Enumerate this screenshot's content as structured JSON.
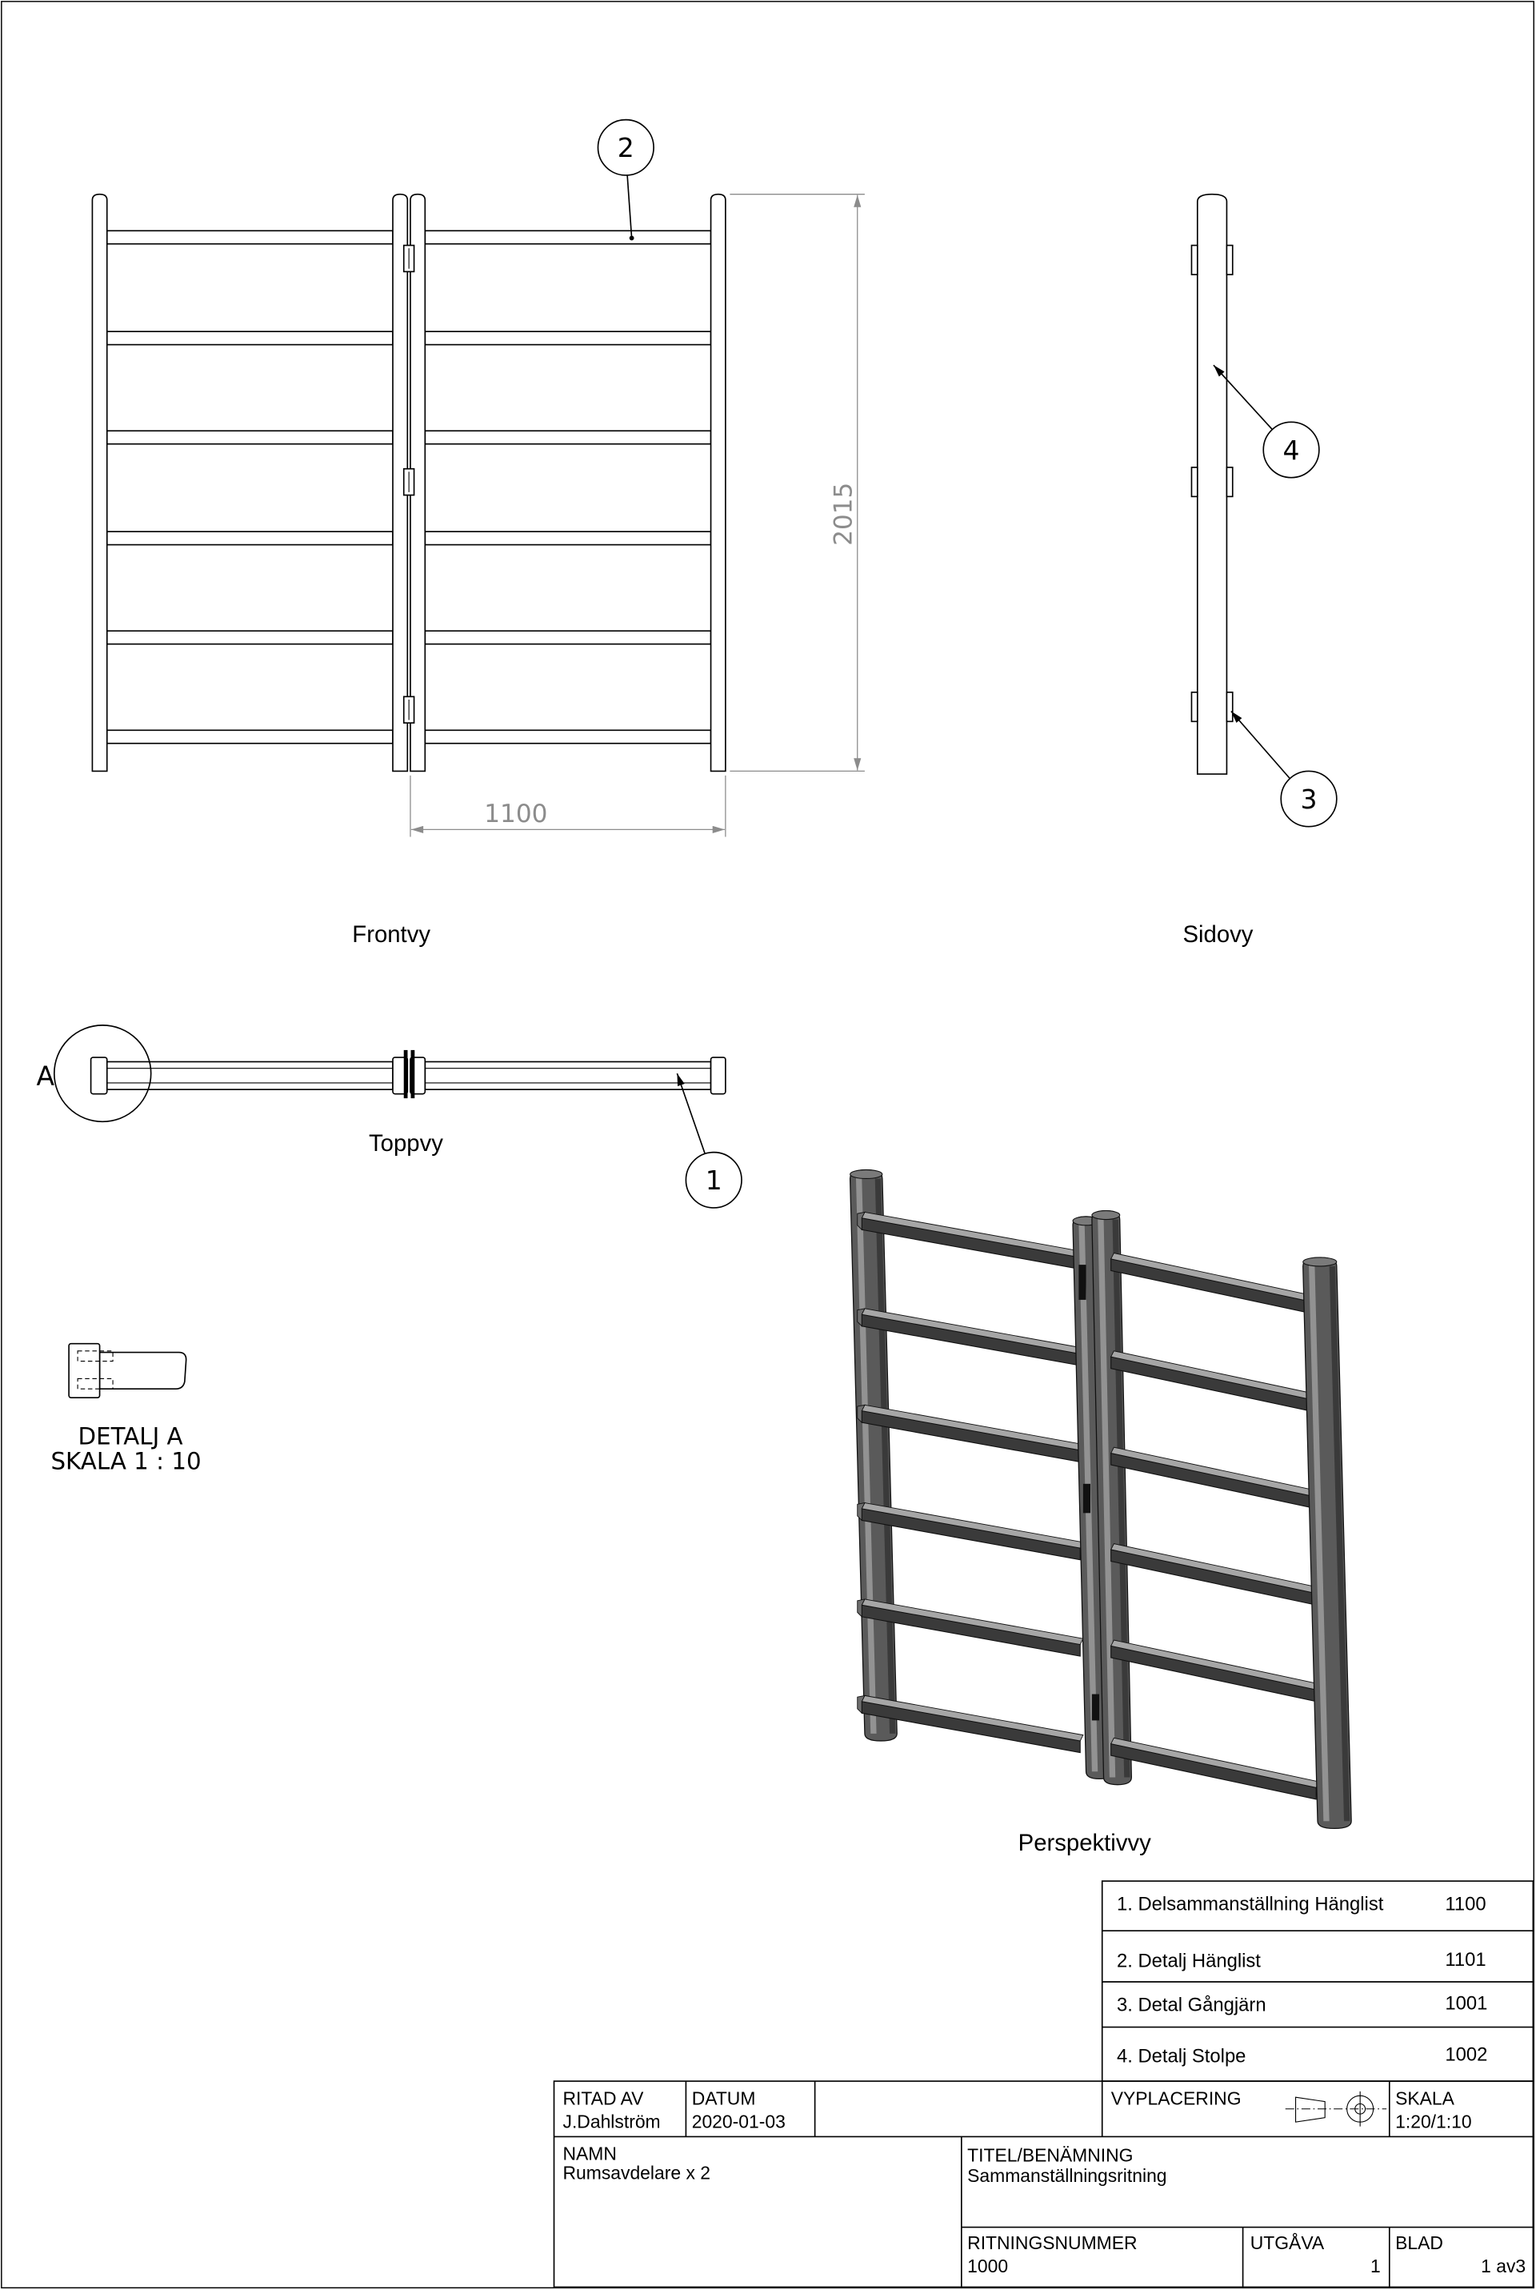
{
  "callouts": {
    "part_1": "1",
    "part_2": "2",
    "part_3": "3",
    "part_4": "4",
    "detail": "A"
  },
  "dimensions": {
    "height": "2015",
    "width": "1100"
  },
  "views": {
    "front": "Frontvy",
    "side": "Sidovy",
    "top": "Toppvy",
    "perspective": "Perspektivvy",
    "detail_title": "DETALJ A",
    "detail_scale": "SKALA 1 : 10"
  },
  "parts_list": [
    {
      "description": "1. Delsammanställning Hänglist",
      "number": "1100"
    },
    {
      "description": "2. Detalj Hänglist",
      "number": "1101"
    },
    {
      "description": "3. Detal Gångjärn",
      "number": "1001"
    },
    {
      "description": "4. Detalj Stolpe",
      "number": "1002"
    }
  ],
  "title_block": {
    "drawn_by_label": "RITAD AV",
    "drawn_by": "J.Dahlström",
    "date_label": "DATUM",
    "date": "2020-01-03",
    "view_placement_label": "VYPLACERING",
    "scale_label": "SKALA",
    "scale": "1:20/1:10",
    "name_label": "NAMN",
    "name": "Rumsavdelare x 2",
    "title_label": "TITEL/BENÄMNING",
    "title": "Sammanställningsritning",
    "drawing_number_label": "RITNINGSNUMMER",
    "drawing_number": "1000",
    "issue_label": "UTGÅVA",
    "issue": "1",
    "sheet_label": "BLAD",
    "sheet": "1 av3"
  },
  "icons": {
    "view_placement": "projection-method-icon"
  },
  "colors": {
    "line": "#000000",
    "dimension": "#8c8c8c",
    "render_dark": "#3a3a3a",
    "render_mid": "#5a5a5a",
    "render_light": "#a6a6a6"
  }
}
